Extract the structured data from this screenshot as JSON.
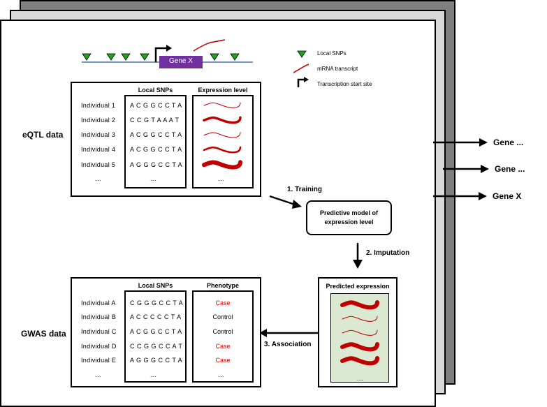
{
  "gene_label": "Gene X",
  "legend": {
    "snp": "Local SNPs",
    "mrna": "mRNA transcript",
    "tss": "Transcription start site"
  },
  "eqtl": {
    "section_label": "eQTL data",
    "snp_header": "Local SNPs",
    "expr_header": "Expression level",
    "individuals": [
      "Individual 1",
      "Individual 2",
      "Individual 3",
      "Individual 4",
      "Individual 5"
    ],
    "snps": [
      "A C G G C C T A",
      "C C G T A A A T",
      "A C G G C C T A",
      "A C G G C C T A",
      "A G G G C C T A"
    ],
    "expression_levels": [
      1,
      3,
      1,
      2,
      4
    ],
    "more": "..."
  },
  "gwas": {
    "section_label": "GWAS data",
    "snp_header": "Local SNPs",
    "pheno_header": "Phenotype",
    "individuals": [
      "Individual A",
      "Individual B",
      "Individual C",
      "Individual D",
      "Individual E"
    ],
    "snps": [
      "C G G G C C T A",
      "A C C C C C T A",
      "A C G G C C T A",
      "C C G G C C A T",
      "A G G G C C T A"
    ],
    "phenotypes": [
      "Case",
      "Control",
      "Control",
      "Case",
      "Case"
    ],
    "more": "..."
  },
  "model": {
    "line1": "Predictive model of",
    "line2": "expression level"
  },
  "predicted": {
    "header": "Predicted expression",
    "levels": [
      4,
      1,
      1,
      4,
      4
    ],
    "more": "...",
    "bg_color": "#dbe9d2"
  },
  "steps": {
    "training": "1. Training",
    "imputation": "2. Imputation",
    "association": "3. Association"
  },
  "outputs": [
    "Gene ...",
    "Gene ...",
    "Gene X"
  ],
  "colors": {
    "snp_green": "#1aa51a",
    "mrna_red": "#c00000",
    "case_red": "#e00000",
    "gene_purple": "#7030a0",
    "dna_blue": "#4472c4",
    "back_dark": "#7f7f7f",
    "back_light": "#d9d9d9"
  }
}
